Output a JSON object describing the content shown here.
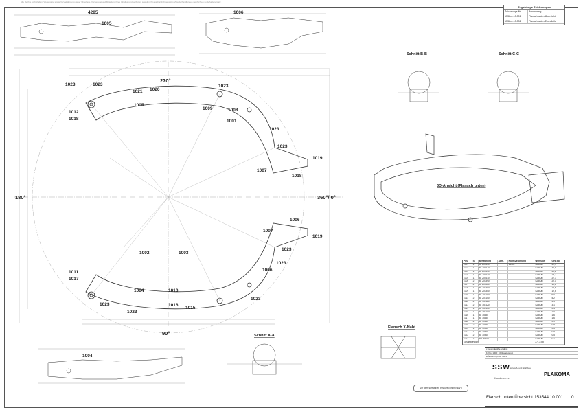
{
  "header_strip": "Alle Rechte vorbehalten. Weitergabe sowie Vervielfältigung dieser Unterlage, Verwertung und Mitteilung ihres Inhaltes sind verboten, soweit nicht ausdrücklich gestattet. Zuwiderhandlungen verpflichten zu Schadenersatz.",
  "related_drawings": {
    "title": "Zugehörige Zeichnungen",
    "rows": [
      {
        "num": "Zeichnungs-Nr.",
        "desc": "Benennung"
      },
      {
        "num": "1536xx.10.001",
        "desc": "Flansch unten Übersicht"
      },
      {
        "num": "1536xx.10.002",
        "desc": "Flansch unten Einzelteile"
      }
    ]
  },
  "views": {
    "section_bb": "Schnitt B-B",
    "section_cc": "Schnitt C-C",
    "section_aa": "Schnitt A-A",
    "view_3d": "3D-Ansicht (Flansch unten)",
    "weld_detail": "Flansch X-Naht"
  },
  "angles": {
    "top": "270°",
    "left": "180°",
    "right": "360°/ 0°",
    "bottom": "90°"
  },
  "dims": {
    "d_4285": "4285",
    "d_1019": "1019",
    "d_1018": "1018",
    "d_1012": "1012",
    "d_1023": "1023",
    "d_1021": "1021",
    "d_1020": "1020",
    "d_1005": "1005",
    "d_1009": "1009",
    "d_1008": "1008",
    "d_1001": "1001",
    "d_1006": "1006",
    "d_1007": "1007",
    "d_1010": "1010",
    "d_1011": "1011",
    "d_1002": "1002",
    "d_1004": "1004",
    "d_1003": "1003",
    "d_1017": "1017",
    "d_1016": "1016",
    "d_1015": "1015"
  },
  "bom": {
    "headers": [
      "Pos",
      "St",
      "Benennung",
      "Abm.",
      "Norm/Zeichnung",
      "Werkstoff",
      "Gew.kg"
    ],
    "rows": [
      [
        "1001",
        "1",
        "Bl. 20x470",
        "",
        "1536..",
        "S235JR",
        "32,4"
      ],
      [
        "1002",
        "1",
        "Bl. 20x470",
        "",
        "",
        "S235JR",
        "31,9"
      ],
      [
        "1003",
        "1",
        "Bl. 20x470",
        "",
        "",
        "S235JR",
        "30,2"
      ],
      [
        "1004",
        "1",
        "Bl. 20x410",
        "",
        "",
        "S235JR",
        "28,7"
      ],
      [
        "1005",
        "1",
        "Bl. 20x410",
        "",
        "",
        "S235JR",
        "27,3"
      ],
      [
        "1006",
        "2",
        "Bl. 20x390",
        "",
        "",
        "S235JR",
        "22,1"
      ],
      [
        "1007",
        "2",
        "Bl. 20x360",
        "",
        "",
        "S235JR",
        "19,8"
      ],
      [
        "1008",
        "1",
        "Bl. 20x300",
        "",
        "",
        "S235JR",
        "12,6"
      ],
      [
        "1009",
        "1",
        "Bl. 20x300",
        "",
        "",
        "S235JR",
        "12,6"
      ],
      [
        "1010",
        "1",
        "Bl. 20x150",
        "",
        "",
        "S235JR",
        "6,4"
      ],
      [
        "1011",
        "2",
        "Bl. 20x150",
        "",
        "",
        "S235JR",
        "5,2"
      ],
      [
        "1012",
        "2",
        "Bl. 15x120",
        "",
        "",
        "S235JR",
        "3,1"
      ],
      [
        "1013",
        "2",
        "Bl. 15x120",
        "",
        "",
        "S235JR",
        "3,1"
      ],
      [
        "1014",
        "1",
        "Bl. 15x100",
        "",
        "",
        "S235JR",
        "2,4"
      ],
      [
        "1015",
        "1",
        "Bl. 15x100",
        "",
        "",
        "S235JR",
        "2,4"
      ],
      [
        "1016",
        "1",
        "Bl. 15x80",
        "",
        "",
        "S235JR",
        "1,6"
      ],
      [
        "1017",
        "1",
        "Bl. 15x80",
        "",
        "",
        "S235JR",
        "1,6"
      ],
      [
        "1018",
        "2",
        "Bl. 10x80",
        "",
        "",
        "S235JR",
        "0,9"
      ],
      [
        "1019",
        "2",
        "Bl. 10x80",
        "",
        "",
        "S235JR",
        "0,9"
      ],
      [
        "1020",
        "1",
        "Bl. 10x60",
        "",
        "",
        "S235JR",
        "0,5"
      ],
      [
        "1021",
        "1",
        "Bl. 10x60",
        "",
        "",
        "S235JR",
        "0,5"
      ],
      [
        "1022",
        "2",
        "Bl. 10x60",
        "",
        "",
        "S235JR",
        "0,5"
      ],
      [
        "1023",
        "12",
        "Rd. 30x20",
        "",
        "",
        "S235JR",
        "0,1"
      ]
    ],
    "total_label": "Gesamtgewicht",
    "total_value": "271,8 kg"
  },
  "revisions": [
    "c  Gewindestifte ergänzt",
    "b  Pos. 1005; 1001 angepasst",
    "a  Änderung Pos. 1023"
  ],
  "title_block": {
    "company": "SSW",
    "company_sub": "Schweiß- und Stahlbau",
    "brand": "PLAKOMA",
    "customer": "Kunden-z.nr.",
    "title": "Flansch unten Übersicht",
    "number": "153544.10.001",
    "revision": "0"
  },
  "weld_note": "Vor dem schweißen einzuzeichnen (WAP)"
}
